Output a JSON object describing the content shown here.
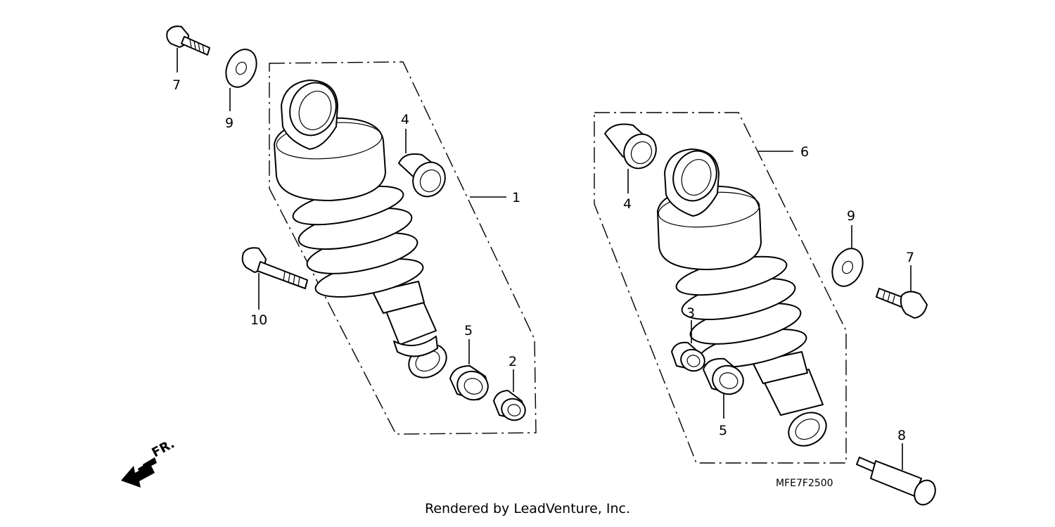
{
  "diagram": {
    "callouts": [
      {
        "id": "c1",
        "label": "1"
      },
      {
        "id": "c2",
        "label": "2"
      },
      {
        "id": "c3",
        "label": "3"
      },
      {
        "id": "c4a",
        "label": "4"
      },
      {
        "id": "c4b",
        "label": "4"
      },
      {
        "id": "c5a",
        "label": "5"
      },
      {
        "id": "c5b",
        "label": "5"
      },
      {
        "id": "c6",
        "label": "6"
      },
      {
        "id": "c7a",
        "label": "7"
      },
      {
        "id": "c7b",
        "label": "7"
      },
      {
        "id": "c8",
        "label": "8"
      },
      {
        "id": "c9a",
        "label": "9"
      },
      {
        "id": "c9b",
        "label": "9"
      },
      {
        "id": "c10",
        "label": "10"
      }
    ],
    "front_arrow_label": "FR.",
    "diagram_code": "MFE7F2500"
  },
  "footer": {
    "credit": "Rendered by LeadVenture, Inc."
  }
}
